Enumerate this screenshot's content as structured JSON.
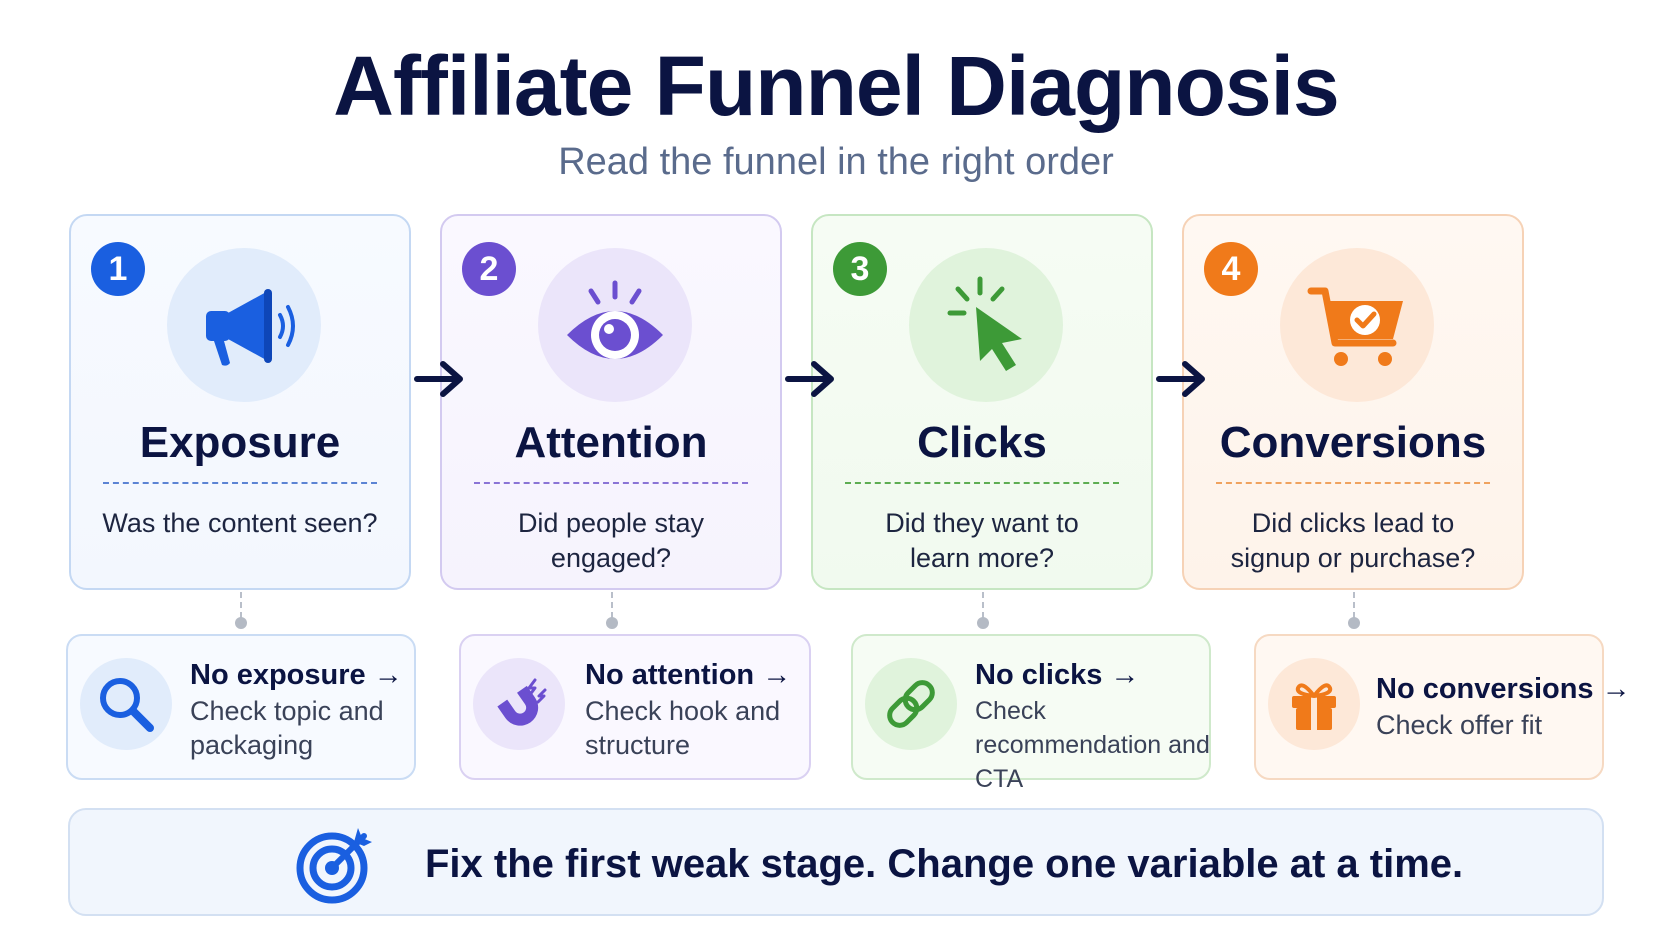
{
  "title": "Affiliate Funnel Diagnosis",
  "subtitle": "Read the funnel in the right order",
  "stages": [
    {
      "number": "1",
      "title": "Exposure",
      "question": "Was the content seen?",
      "icon": "megaphone-icon",
      "accent": "#1a5fe0"
    },
    {
      "number": "2",
      "title": "Attention",
      "question": "Did people stay engaged?",
      "icon": "eye-icon",
      "accent": "#6b4fd0"
    },
    {
      "number": "3",
      "title": "Clicks",
      "question": "Did they want to learn more?",
      "icon": "cursor-click-icon",
      "accent": "#3d9a37"
    },
    {
      "number": "4",
      "title": "Conversions",
      "question": "Did clicks lead to signup or purchase?",
      "icon": "shopping-cart-check-icon",
      "accent": "#f07a1a"
    }
  ],
  "fixes": [
    {
      "headline": "No exposure →",
      "action": "Check topic and packaging",
      "icon": "magnifier-icon"
    },
    {
      "headline": "No attention →",
      "action": "Check hook and structure",
      "icon": "magnet-icon"
    },
    {
      "headline": "No clicks →",
      "action": "Check recommendation and CTA",
      "icon": "link-icon"
    },
    {
      "headline": "No conversions →",
      "action": "Check offer fit",
      "icon": "gift-icon"
    }
  ],
  "footer": {
    "text": "Fix the first weak stage. Change one variable at a time.",
    "icon": "target-icon"
  }
}
